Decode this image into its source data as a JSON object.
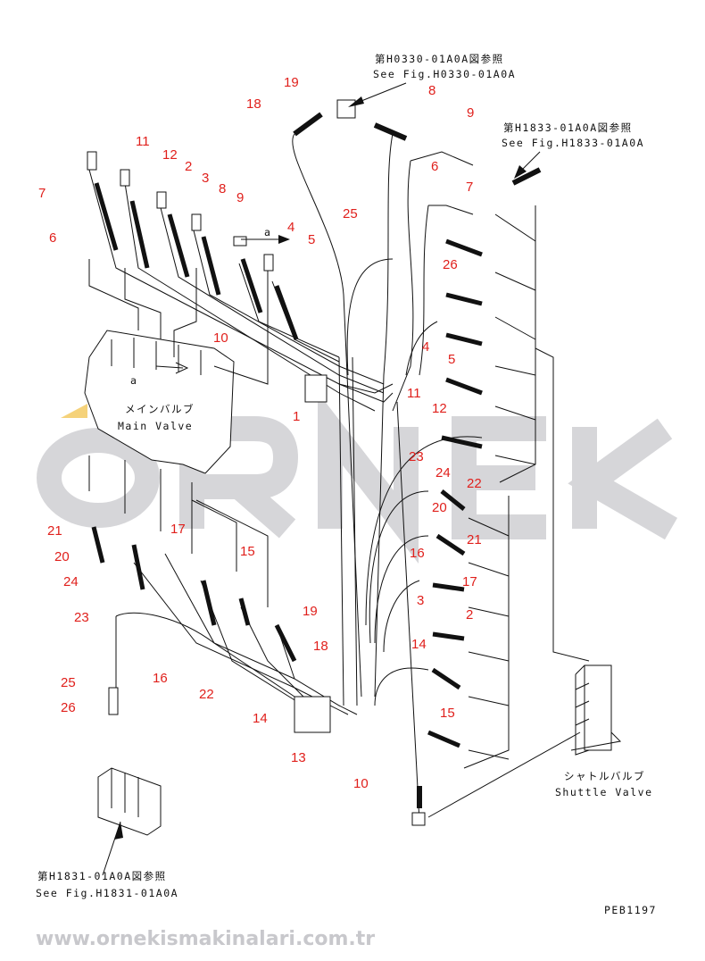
{
  "references": {
    "top_jp": "第H0330-01A0A図参照",
    "top_en": "See Fig.H0330-01A0A",
    "right_jp": "第H1833-01A0A図参照",
    "right_en": "See Fig.H1833-01A0A",
    "bottom_jp": "第H1831-01A0A図参照",
    "bottom_en": "See Fig.H1831-01A0A"
  },
  "main_valve": {
    "jp": "メインバルブ",
    "en": "Main Valve",
    "view_marker": "a"
  },
  "arrow_marker": "a",
  "shuttle_valve": {
    "jp": "シャトルバルブ",
    "en": "Shuttle Valve"
  },
  "drawing_code": "PEB1197",
  "watermark": {
    "brand": "ORNEK",
    "url": "www.ornekismakinalari.com.tr"
  },
  "callouts": [
    "19",
    "18",
    "8",
    "9",
    "11",
    "12",
    "2",
    "3",
    "8",
    "9",
    "7",
    "6",
    "4",
    "5",
    "25",
    "6",
    "7",
    "26",
    "10",
    "1",
    "4",
    "5",
    "11",
    "12",
    "23",
    "24",
    "22",
    "20",
    "21",
    "16",
    "17",
    "3",
    "2",
    "14",
    "15",
    "21",
    "20",
    "24",
    "23",
    "17",
    "15",
    "19",
    "18",
    "16",
    "22",
    "14",
    "13",
    "25",
    "26",
    "10"
  ],
  "colors": {
    "callout": "#e0201c",
    "line": "#111111",
    "watermark": "#c8c8cc",
    "logo": "#f5d27a"
  }
}
